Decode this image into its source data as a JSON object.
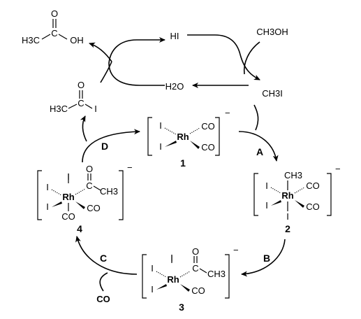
{
  "top": {
    "acetic_acid": {
      "h3c": "H3C",
      "c": "C",
      "o": "O",
      "oh": "OH"
    },
    "hi": "HI",
    "methanol": "CH3OH",
    "water": "H2O",
    "methyl_iodide": "CH3I",
    "acetyl_iodide": {
      "h3c": "H3C",
      "c": "C",
      "o": "O",
      "i": "I"
    }
  },
  "complexes": {
    "c1": {
      "number": "1",
      "charge": "−",
      "rh": "Rh",
      "i1": "I",
      "i2": "I",
      "co1": "CO",
      "co2": "CO"
    },
    "c2": {
      "number": "2",
      "charge": "−",
      "rh": "Rh",
      "ch3": "CH3",
      "i1": "I",
      "i2": "I",
      "i3": "I",
      "co1": "CO",
      "co2": "CO"
    },
    "c3": {
      "number": "3",
      "charge": "−",
      "rh": "Rh",
      "i1": "I",
      "i2": "I",
      "i3": "I",
      "c": "C",
      "o": "O",
      "ch3": "CH3",
      "co": "CO"
    },
    "c4": {
      "number": "4",
      "charge": "−",
      "rh": "Rh",
      "i1": "I",
      "i2": "I",
      "i3": "I",
      "c": "C",
      "o": "O",
      "ch3": "CH3",
      "co1": "CO",
      "co2": "CO"
    }
  },
  "steps": {
    "a": "A",
    "b": "B",
    "c": "C",
    "d": "D"
  },
  "co_reagent": "CO"
}
